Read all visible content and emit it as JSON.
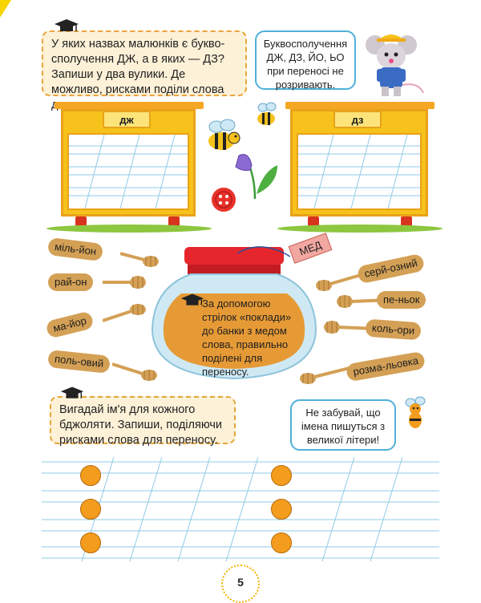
{
  "page": {
    "number": "5"
  },
  "task1": {
    "text": "У яких назвах малюнків є букво­сполучення ДЖ, а в яких — ДЗ? Запиши у два вулики. Де можливо, рисками поділи слова для переносу."
  },
  "note1": {
    "text": "Буквосполучення ДЖ, ДЗ, ЙО, ЬО при переносі не розривають."
  },
  "hives": [
    {
      "label": "дж"
    },
    {
      "label": "дз"
    }
  ],
  "honey_jar": {
    "tag": "МЕД",
    "instruction": "За допомогою стрілок «поклади» до банки з медом слова, правильно поділені для переносу."
  },
  "words_left": [
    "міль-йон",
    "рай-он",
    "ма-йор",
    "поль-овий"
  ],
  "words_right": [
    "серй-озний",
    "пе-ньок",
    "коль-ори",
    "розма-льовка"
  ],
  "task2": {
    "text": "Вигадай ім'я для кожного бджоляти. Запиши, поділяючи рисками слова для переносу."
  },
  "note2": {
    "text": "Не забувай, що імена пишуться з великої літери!"
  },
  "icons": [
    "graduation-cap-icon",
    "mouse-mascot-icon",
    "bee-icon",
    "bellflower-icon",
    "button-icon",
    "honey-dipper-icon"
  ],
  "colors": {
    "task_bg": "#fdf1d8",
    "task_border": "#e8a53c",
    "note_border": "#4fb0d8",
    "hive": "#f6c21b",
    "lines": "#8fcbe8"
  }
}
